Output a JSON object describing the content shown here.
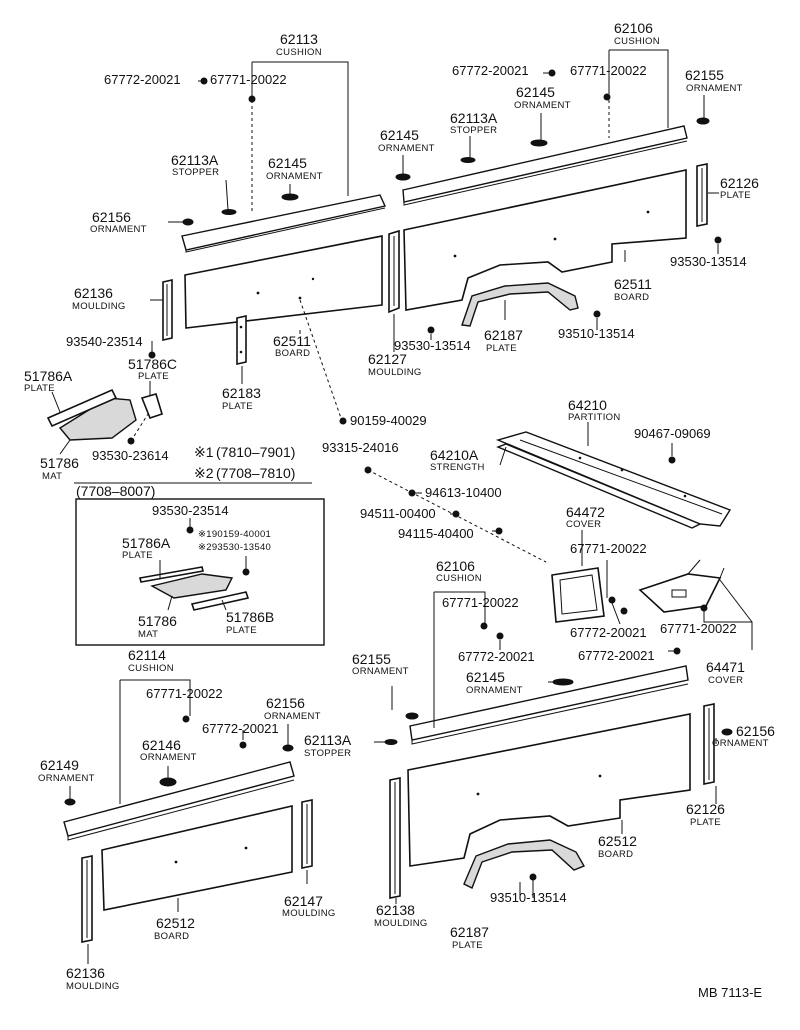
{
  "callouts": [
    {
      "number": "62113",
      "name": "CUSHION"
    },
    {
      "number": "67772-20021",
      "name": ""
    },
    {
      "number": "67771-20022",
      "name": ""
    },
    {
      "number": "62113A",
      "name": "STOPPER"
    },
    {
      "number": "62145",
      "name": "ORNAMENT"
    },
    {
      "number": "62156",
      "name": "ORNAMENT"
    },
    {
      "number": "62136",
      "name": "MOULDING"
    },
    {
      "number": "93540-23514",
      "name": ""
    },
    {
      "number": "51786C",
      "name": "PLATE"
    },
    {
      "number": "51786A",
      "name": "PLATE"
    },
    {
      "number": "51786",
      "name": "MAT"
    },
    {
      "number": "93530-23614",
      "name": ""
    },
    {
      "number": "62183",
      "name": "PLATE"
    },
    {
      "number": "62511",
      "name": "BOARD"
    },
    {
      "number": "62127",
      "name": "MOULDING"
    },
    {
      "number": "90159-40029",
      "name": ""
    },
    {
      "number": "62106",
      "name": "CUSHION"
    },
    {
      "number": "67772-20021",
      "name": ""
    },
    {
      "number": "67771-20022",
      "name": ""
    },
    {
      "number": "62155",
      "name": "ORNAMENT"
    },
    {
      "number": "62145",
      "name": "ORNAMENT"
    },
    {
      "number": "62113A",
      "name": "STOPPER"
    },
    {
      "number": "62145",
      "name": "ORNAMENT"
    },
    {
      "number": "62126",
      "name": "PLATE"
    },
    {
      "number": "93530-13514",
      "name": ""
    },
    {
      "number": "62511",
      "name": "BOARD"
    },
    {
      "number": "62187",
      "name": "PLATE"
    },
    {
      "number": "93510-13514",
      "name": ""
    },
    {
      "number": "93530-13514",
      "name": ""
    },
    {
      "number": "64210",
      "name": "PARTITION"
    },
    {
      "number": "90467-09069",
      "name": ""
    },
    {
      "number": "64210A",
      "name": "STRENGTH"
    },
    {
      "number": "93315-24016",
      "name": ""
    },
    {
      "number": "94613-10400",
      "name": ""
    },
    {
      "number": "94511-00400",
      "name": ""
    },
    {
      "number": "94115-40400",
      "name": ""
    },
    {
      "number": "64472",
      "name": "COVER"
    },
    {
      "number": "67771-20022",
      "name": ""
    },
    {
      "number": "67772-20021",
      "name": ""
    },
    {
      "number": "67771-20022",
      "name": ""
    },
    {
      "number": "67772-20021",
      "name": ""
    },
    {
      "number": "64471",
      "name": "COVER"
    },
    {
      "number": "62106",
      "name": "CUSHION"
    },
    {
      "number": "67771-20022",
      "name": ""
    },
    {
      "number": "67772-20021",
      "name": ""
    },
    {
      "number": "62155",
      "name": "ORNAMENT"
    },
    {
      "number": "62145",
      "name": "ORNAMENT"
    },
    {
      "number": "62113A",
      "name": "STOPPER"
    },
    {
      "number": "62156",
      "name": "ORNAMENT"
    },
    {
      "number": "62126",
      "name": "PLATE"
    },
    {
      "number": "62512",
      "name": "BOARD"
    },
    {
      "number": "62138",
      "name": "MOULDING"
    },
    {
      "number": "62187",
      "name": "PLATE"
    },
    {
      "number": "93510-13514",
      "name": ""
    },
    {
      "number": "62114",
      "name": "CUSHION"
    },
    {
      "number": "67771-20022",
      "name": ""
    },
    {
      "number": "67772-20021",
      "name": ""
    },
    {
      "number": "62156",
      "name": "ORNAMENT"
    },
    {
      "number": "62146",
      "name": "ORNAMENT"
    },
    {
      "number": "62149",
      "name": "ORNAMENT"
    },
    {
      "number": "62512",
      "name": "BOARD"
    },
    {
      "number": "62147",
      "name": "MOULDING"
    },
    {
      "number": "62136",
      "name": "MOULDING"
    }
  ],
  "date_notes": [
    {
      "mark": "※1",
      "range": "(7810–7901)"
    },
    {
      "mark": "※2",
      "range": "(7708–7810)"
    }
  ],
  "inset": {
    "range": "(7708–8007)",
    "callouts": [
      {
        "number": "93530-23514",
        "name": ""
      },
      {
        "number": "※190159-40001",
        "name": ""
      },
      {
        "number": "※293530-13540",
        "name": ""
      },
      {
        "number": "51786A",
        "name": "PLATE"
      },
      {
        "number": "51786",
        "name": "MAT"
      },
      {
        "number": "51786B",
        "name": "PLATE"
      }
    ]
  },
  "figure_id": "MB 7113-E"
}
